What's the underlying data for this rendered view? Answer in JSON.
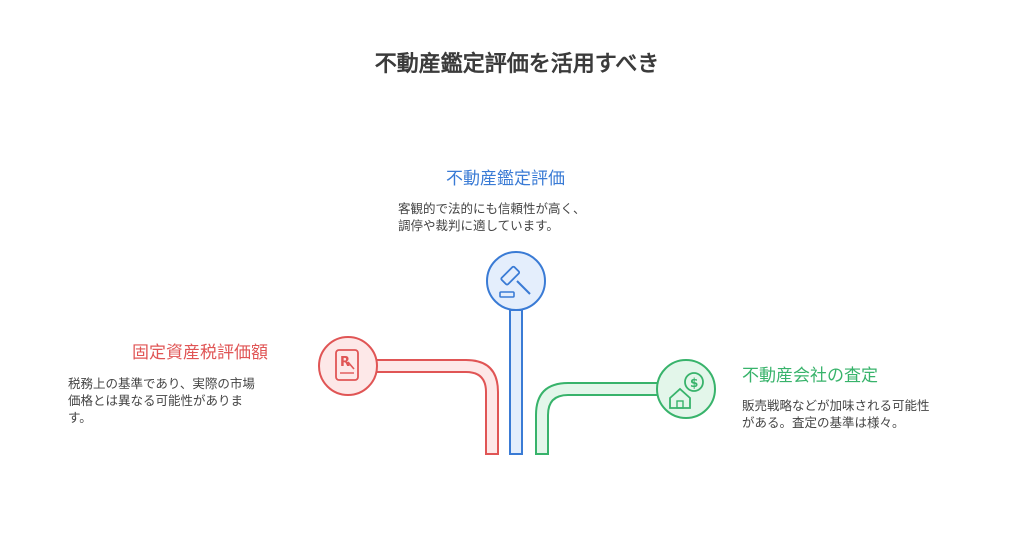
{
  "title": "不動産鑑定評価を活用すべき",
  "center": {
    "heading": "不動産鑑定評価",
    "desc_lines": [
      "客観的で法的にも信頼性が高く、",
      "調停や裁判に適しています。"
    ],
    "icon": "gavel-icon",
    "color": "#3a7bd5"
  },
  "left": {
    "heading": "固定資産税評価額",
    "desc_lines": [
      "税務上の基準であり、実際の市場",
      "価格とは異なる可能性がありま",
      "す。"
    ],
    "icon": "prescription-icon",
    "color": "#e05555"
  },
  "right": {
    "heading": "不動産会社の査定",
    "desc_lines": [
      "販売戦略などが加味される可能性",
      "がある。査定の基準は様々。"
    ],
    "icon": "house-dollar-icon",
    "color": "#38b36b"
  }
}
